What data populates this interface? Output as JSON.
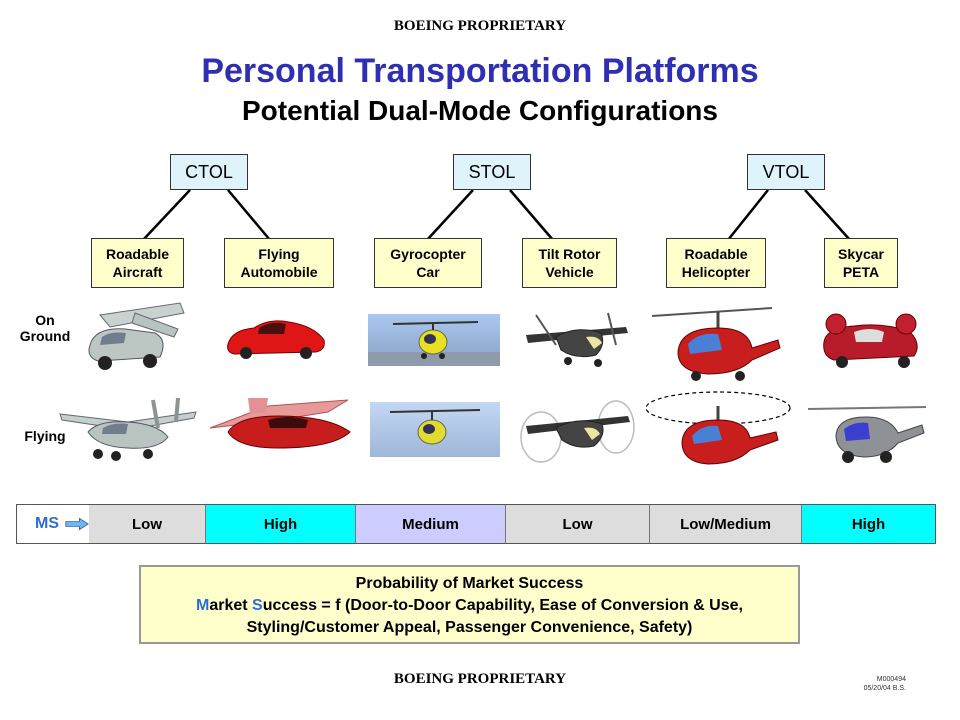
{
  "header": {
    "proprietary_top": "BOEING PROPRIETARY",
    "title": "Personal Transportation Platforms",
    "subtitle": "Potential Dual-Mode Configurations"
  },
  "categories": [
    {
      "label": "CTOL"
    },
    {
      "label": "STOL"
    },
    {
      "label": "VTOL"
    }
  ],
  "configurations": [
    {
      "line1": "Roadable",
      "line2": "Aircraft"
    },
    {
      "line1": "Flying",
      "line2": "Automobile"
    },
    {
      "line1": "Gyrocopter",
      "line2": "Car"
    },
    {
      "line1": "Tilt Rotor",
      "line2": "Vehicle"
    },
    {
      "line1": "Roadable",
      "line2": "Helicopter"
    },
    {
      "line1": "Skycar",
      "line2": "PETA"
    }
  ],
  "rows": {
    "ground_line1": "On",
    "ground_line2": "Ground",
    "flying": "Flying"
  },
  "market_success": {
    "label": "MS",
    "values": [
      "Low",
      "High",
      "Medium",
      "Low",
      "Low/Medium",
      "High"
    ]
  },
  "box": {
    "line1": "Probability of Market Success",
    "ms_M": "M",
    "ms_arket": "arket ",
    "ms_S": "S",
    "ms_rest": "uccess = f (Door-to-Door Capability, Ease of Conversion & Use,",
    "line3": "Styling/Customer Appeal, Passenger Convenience, Safety)"
  },
  "footer": {
    "proprietary_bottom": "BOEING PROPRIETARY",
    "doc_id": "M000494",
    "doc_date": "05/20/04  B.S."
  },
  "colors": {
    "title_blue": "#2f2fb3",
    "ms_blue": "#2b6fd6",
    "cyan": "#00ffff",
    "lavender": "#ccccff",
    "grey": "#dddddd",
    "cream": "#ffffcc",
    "light_blue": "#dff3fb"
  }
}
